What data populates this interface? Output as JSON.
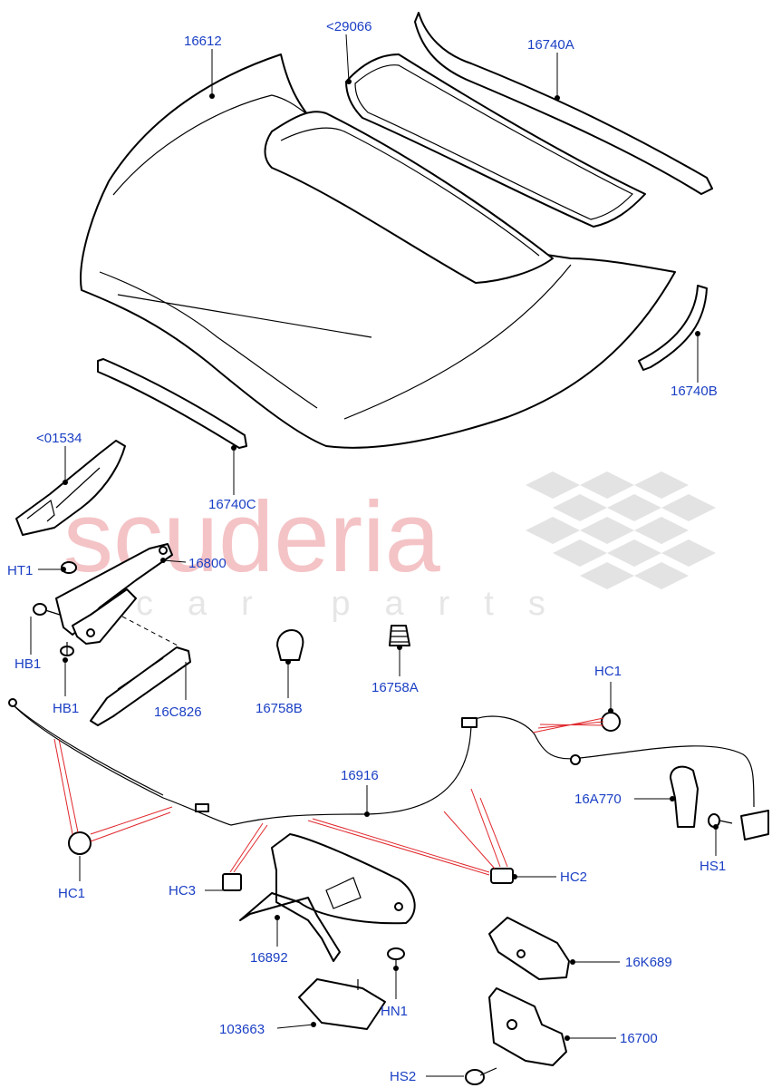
{
  "watermark": {
    "brand": "scuderia",
    "sub": "car parts"
  },
  "labels": {
    "bonnet": "16612",
    "insulator": "<29066",
    "seal_a": "16740A",
    "seal_b": "16740B",
    "seal_c": "16740C",
    "heat_shield": "<01534",
    "hinge": "16800",
    "ht1": "HT1",
    "hb1_a": "HB1",
    "hb1_b": "HB1",
    "gas_strut": "16C826",
    "bump_stop_b": "16758B",
    "bump_stop_a": "16758A",
    "hc1_top": "HC1",
    "release_cable": "16916",
    "release_handle": "16A770",
    "hs1": "HS1",
    "hc1_left": "HC1",
    "hc3": "HC3",
    "hc2": "HC2",
    "latch_bracket": "16892",
    "bracket_k": "16K689",
    "cover": "103663",
    "hn1": "HN1",
    "latch": "16700",
    "hs2": "HS2"
  }
}
